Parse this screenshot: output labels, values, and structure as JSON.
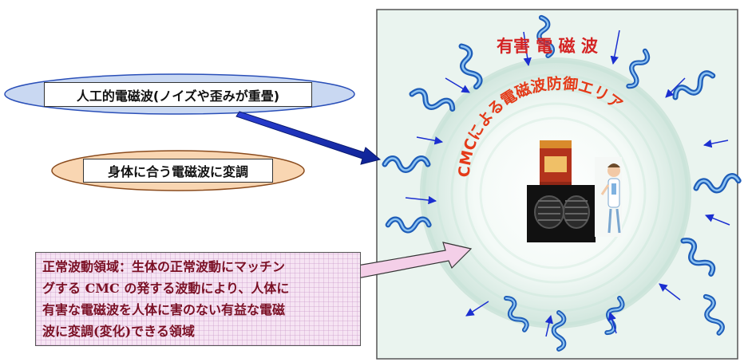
{
  "labels": {
    "artificial_waves": "人工的電磁波(ノイズや歪みが重畳)",
    "modulate_to_body": "身体に合う電磁波に変調",
    "harmful_waves": "有害 電 磁 波",
    "protection_area": "CMCによる電磁波防御エリア"
  },
  "note": {
    "lines": [
      "正常波動領域：生体の正常波動にマッチン",
      "グする CMC の発する波動により、人体に",
      "有害な電磁波を人体に害のない有益な電磁",
      "波に変調(変化)できる領域"
    ]
  },
  "colors": {
    "panel_bg": "#e6f1ec",
    "wave_fill": "#2a6fc9",
    "arrow": "#1b2fd0",
    "arrow_big": "#1530b8",
    "title_red": "#d42323",
    "ellipse_blue": "#c9d8f2",
    "ellipse_orange": "#f9d6b2",
    "note_pink": "#f6e4f3"
  }
}
